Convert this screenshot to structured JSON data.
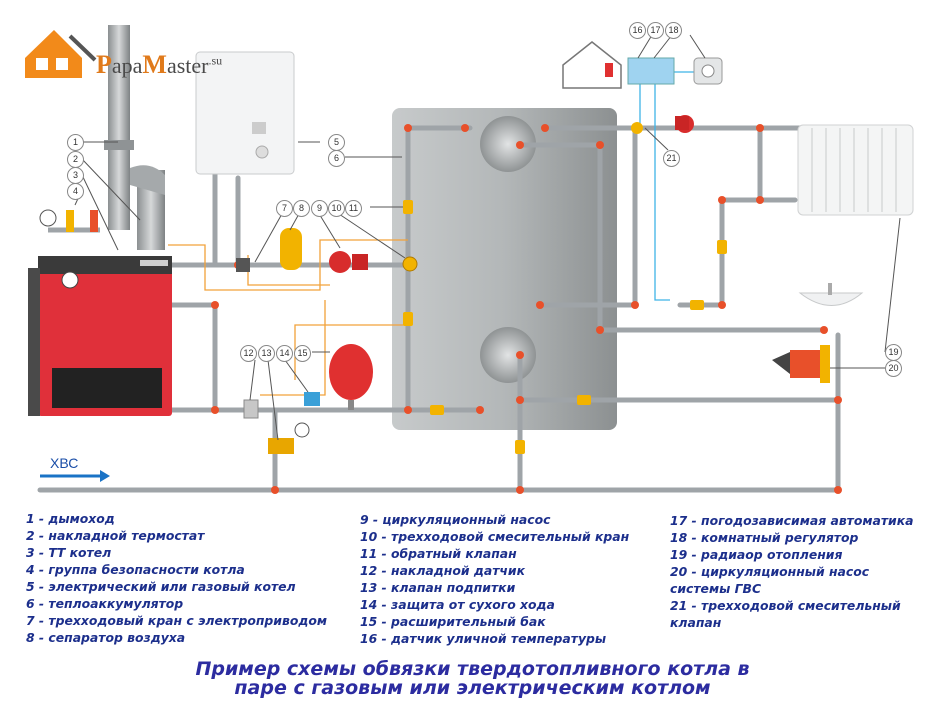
{
  "logo": {
    "initial": "P",
    "name_rest": "apa",
    "initial2": "M",
    "name_rest2": "aster",
    "suffix": ".su"
  },
  "cold_water_label": "ХВС",
  "callouts": [
    "1",
    "2",
    "3",
    "4",
    "5",
    "6",
    "7",
    "8",
    "9",
    "10",
    "11",
    "12",
    "13",
    "14",
    "15",
    "16",
    "17",
    "18",
    "19",
    "20",
    "21"
  ],
  "legend": {
    "col1": [
      "1 - дымоход",
      "2 - накладной термостат",
      "3 - ТТ котел",
      "4 - группа безопасности котла",
      "5 - электрический или газовый котел",
      "6 - теплоаккумулятор",
      "7 - трехходовый кран с электроприводом",
      "8 -  сепаратор воздуха"
    ],
    "col2": [
      "9 - циркуляционный насос",
      "10 - трехходовой смесительный кран",
      "11 - обратный клапан",
      "12 - накладной датчик",
      "13 - клапан подпитки",
      "14 - защита от сухого хода",
      "15 - расширительный бак",
      "16 - датчик уличной температуры"
    ],
    "col3": [
      "17 - погодозависимая автоматика",
      "18 - комнатный регулятор",
      "19 - радиаор отопления",
      "20 - циркуляционный насос",
      "системы ГВС",
      "21 - трехходовой смесительный",
      "клапан"
    ]
  },
  "title_line1": "Пример схемы обвязки твердотопливного котла в",
  "title_line2": "паре с газовым или электрическим котлом",
  "colors": {
    "pipe": "#9fa4a8",
    "joint": "#e8502a",
    "fitting": "#f2b300",
    "boiler_red": "#e0303a",
    "tank": "#a9adae",
    "signal_line": "#f2a23a",
    "sensor_line": "#3fb3e6",
    "text_blue": "#1c2f8c"
  }
}
